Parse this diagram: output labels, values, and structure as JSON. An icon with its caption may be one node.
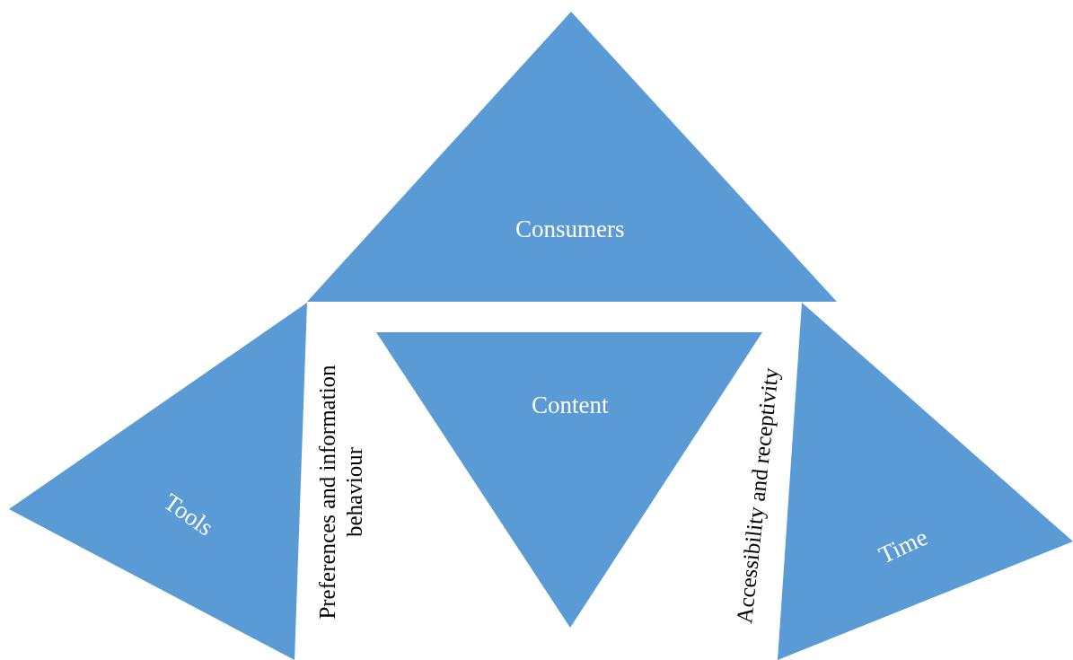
{
  "diagram": {
    "nodes": [
      {
        "text": [
          "Consumers"
        ]
      },
      {
        "text": [
          "Tools"
        ]
      },
      {
        "text": [
          "Content"
        ]
      },
      {
        "text": [
          "Time"
        ]
      }
    ],
    "labels": [
      "Preferences and information behaviour",
      "Accessibility and receptivity"
    ]
  }
}
